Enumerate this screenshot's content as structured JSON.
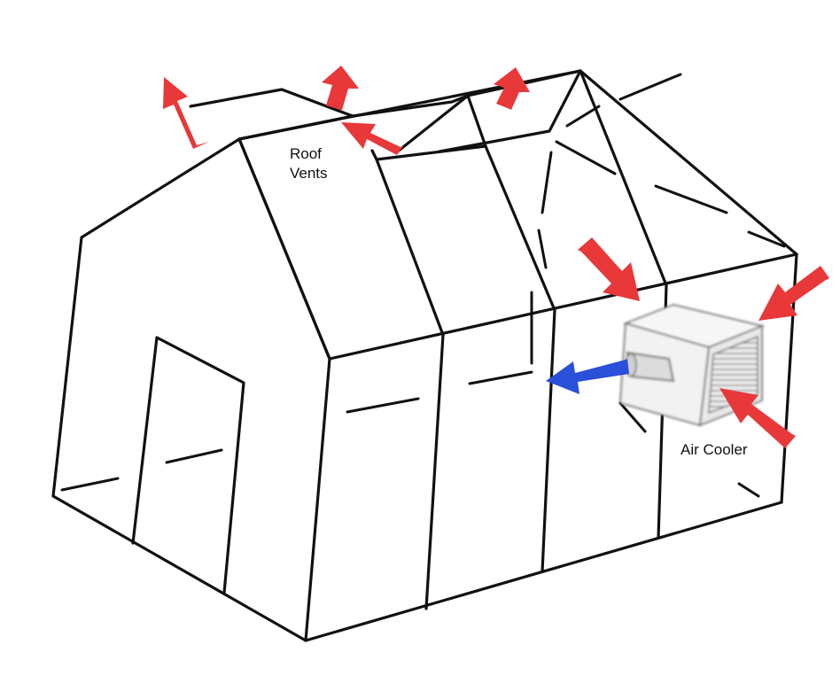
{
  "labels": {
    "roof_vents_line1": "Roof",
    "roof_vents_line2": "Vents",
    "air_cooler": "Air Cooler"
  },
  "colors": {
    "outline": "#111111",
    "exhaust_arrow": "#e8383a",
    "intake_arrow": "#e8383a",
    "cool_air_arrow": "#2a4fd8",
    "cooler_body": "#f4f4f4",
    "cooler_grille": "#8a8a8a"
  },
  "icons": {
    "exhaust": "arrow-up-icon",
    "intake": "arrow-in-icon",
    "cool_air": "arrow-left-icon"
  }
}
